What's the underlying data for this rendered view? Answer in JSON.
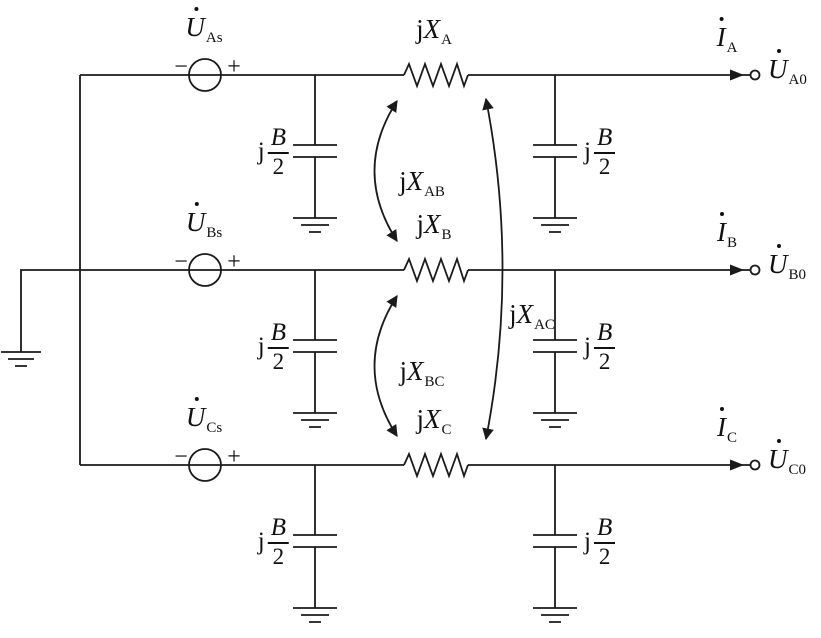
{
  "colors": {
    "ink": "#1a1a1a",
    "background": "#ffffff"
  },
  "signs": {
    "minus": "−",
    "plus": "+"
  },
  "phases": [
    {
      "id": "A",
      "source": {
        "base": "U",
        "sub": "As"
      },
      "series_reactance": {
        "pre": "j",
        "base": "X",
        "sub": "A"
      },
      "current": {
        "base": "I",
        "sub": "A"
      },
      "terminal_voltage": {
        "base": "U",
        "sub": "A0"
      }
    },
    {
      "id": "B",
      "source": {
        "base": "U",
        "sub": "Bs"
      },
      "series_reactance": {
        "pre": "j",
        "base": "X",
        "sub": "B"
      },
      "current": {
        "base": "I",
        "sub": "B"
      },
      "terminal_voltage": {
        "base": "U",
        "sub": "B0"
      }
    },
    {
      "id": "C",
      "source": {
        "base": "U",
        "sub": "Cs"
      },
      "series_reactance": {
        "pre": "j",
        "base": "X",
        "sub": "C"
      },
      "current": {
        "base": "I",
        "sub": "C"
      },
      "terminal_voltage": {
        "base": "U",
        "sub": "C0"
      }
    }
  ],
  "mutual_reactances": {
    "ab": {
      "pre": "j",
      "base": "X",
      "sub": "AB"
    },
    "ac": {
      "pre": "j",
      "base": "X",
      "sub": "AC"
    },
    "bc": {
      "pre": "j",
      "base": "X",
      "sub": "BC"
    }
  },
  "shunt_susceptance": {
    "pre": "j",
    "numerator": "B",
    "denominator": "2"
  }
}
